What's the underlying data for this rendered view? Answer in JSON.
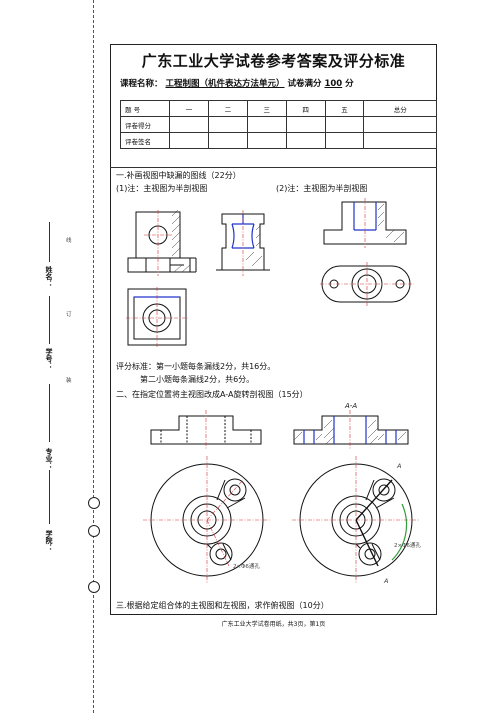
{
  "header": {
    "title": "广东工业大学试卷参考答案及评分标准",
    "course_label": "课程名称：",
    "course_name": "工程制图（机件表达方法单元）",
    "full_score_label": "试卷满分",
    "full_score_value": "100",
    "full_score_unit": "分"
  },
  "score_table": {
    "headers": [
      "题 号",
      "一",
      "二",
      "三",
      "四",
      "五",
      "总分"
    ],
    "rows": [
      "评卷得分",
      "评卷签名"
    ]
  },
  "questions": {
    "q1_title": "一.补画视图中缺漏的图线（22分）",
    "q1_sub1": "(1)注：主视图为半剖视图",
    "q1_sub2": "(2)注：主视图为半剖视图",
    "q1_grading_1": "评分标准：第一小题每条漏线2分，共16分。",
    "q1_grading_2": "第二小题每条漏线2分，共6分。",
    "q2_title": "二、在指定位置将主视图改成A-A旋转剖视图（15分）",
    "q2_section_label": "A-A",
    "q2_hole_note_left": "2×Φ6通孔",
    "q2_hole_note_right": "2×Φ6通孔",
    "q2_cut_label_a1": "A",
    "q2_cut_label_a2": "A",
    "q3_title": "三.根据给定组合体的主视图和左视图，求作俯视图（10分）"
  },
  "binding": {
    "name_label": "姓名：",
    "id_label": "学号：",
    "major_label": "专业：",
    "college_label": "学院：",
    "margin_1": "线",
    "margin_2": "订",
    "margin_3": "装"
  },
  "footer": {
    "text": "广东工业大学试卷用纸，共3页，第1页"
  },
  "colors": {
    "answer_blue": "#2233cc",
    "center_red": "#d23030",
    "arc_green": "#2e9d3a",
    "ink": "#111111"
  }
}
